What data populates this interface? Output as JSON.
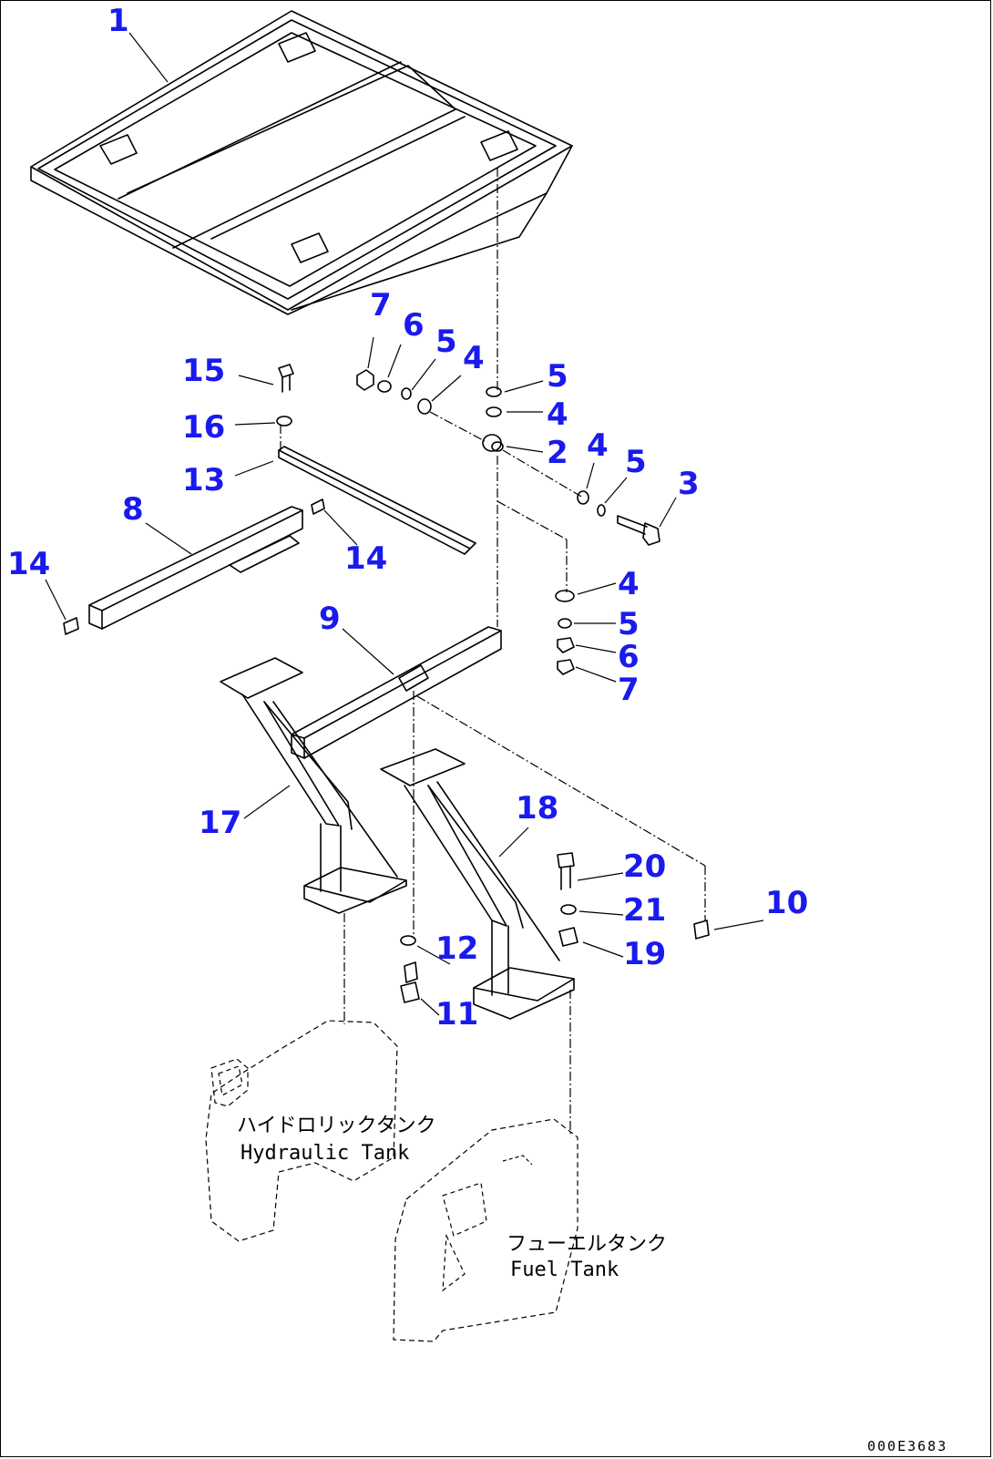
{
  "callouts": {
    "c1": "1",
    "c2": "2",
    "c3": "3",
    "c4a": "4",
    "c4b": "4",
    "c4c": "4",
    "c4d": "4",
    "c5a": "5",
    "c5b": "5",
    "c5c": "5",
    "c5d": "5",
    "c6a": "6",
    "c6b": "6",
    "c7a": "7",
    "c7b": "7",
    "c8": "8",
    "c9": "9",
    "c10": "10",
    "c11": "11",
    "c12": "12",
    "c13": "13",
    "c14a": "14",
    "c14b": "14",
    "c15": "15",
    "c16": "16",
    "c17": "17",
    "c18": "18",
    "c19": "19",
    "c20": "20",
    "c21": "21"
  },
  "tanks": {
    "hydraulic_jp": "ハイドロリックタンク",
    "hydraulic_en": "Hydraulic Tank",
    "fuel_jp": "フューエルタンク",
    "fuel_en": "Fuel Tank"
  },
  "drawing_code": "000E3683",
  "colors": {
    "callout": "#1a1aee",
    "line": "#000000"
  }
}
